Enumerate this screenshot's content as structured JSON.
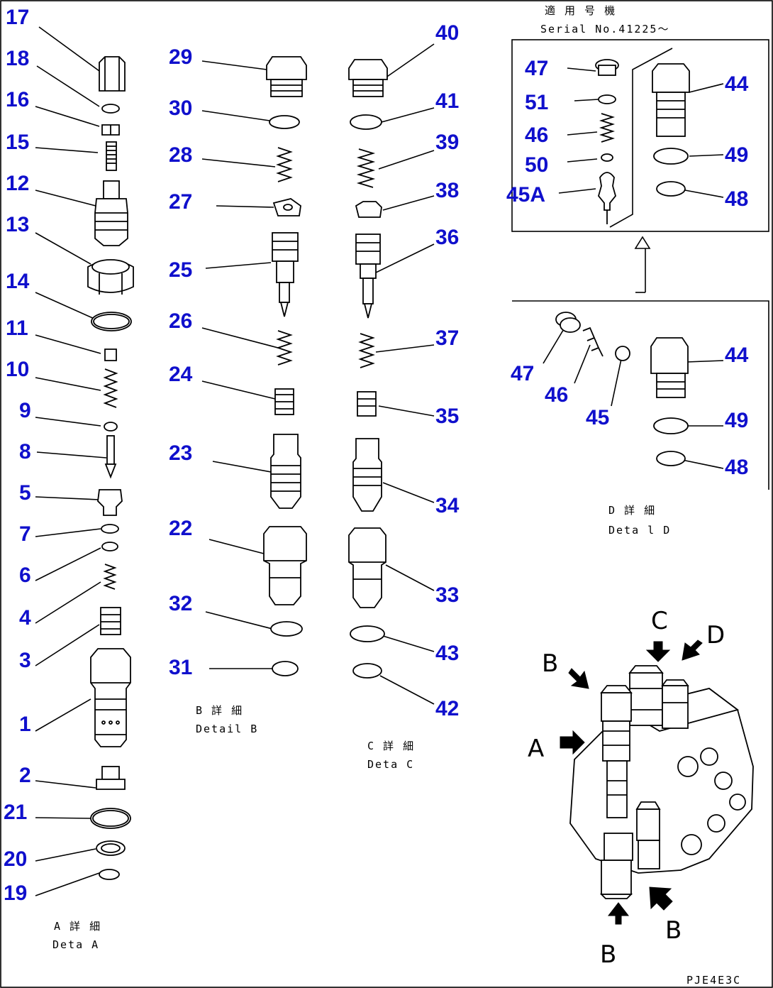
{
  "numbers": {
    "n17": "17",
    "n18": "18",
    "n16": "16",
    "n15": "15",
    "n12": "12",
    "n13": "13",
    "n14": "14",
    "n11": "11",
    "n10": "10",
    "n9": "9",
    "n8": "8",
    "n5": "5",
    "n7": "7",
    "n6": "6",
    "n4": "4",
    "n3": "3",
    "n1": "1",
    "n2": "2",
    "n21": "21",
    "n20": "20",
    "n19": "19",
    "n29": "29",
    "n30": "30",
    "n28": "28",
    "n27": "27",
    "n25": "25",
    "n26": "26",
    "n24": "24",
    "n23": "23",
    "n22": "22",
    "n32": "32",
    "n31": "31",
    "n40": "40",
    "n41": "41",
    "n39": "39",
    "n38": "38",
    "n36": "36",
    "n37": "37",
    "n35": "35",
    "n34": "34",
    "n33": "33",
    "n43": "43",
    "n42": "42",
    "n47a": "47",
    "n51": "51",
    "n46a": "46",
    "n50": "50",
    "n45A": "45A",
    "n44a": "44",
    "n49a": "49",
    "n48a": "48",
    "n47b": "47",
    "n46b": "46",
    "n45": "45",
    "n44b": "44",
    "n49b": "49",
    "n48b": "48"
  },
  "captions": {
    "detail_a_jp": "A  詳  細",
    "detail_a_en": "Deta    A",
    "detail_b_jp": "B  詳  細",
    "detail_b_en": "Detail B",
    "detail_c_jp": "C  詳  細",
    "detail_c_en": "Deta    C",
    "detail_d_jp": "D  詳  細",
    "detail_d_en": "Deta l D",
    "serial_jp": "適 用 号 機",
    "serial_en": "Serial No.41225～",
    "drawing_code": "PJE4E3C"
  },
  "view_labels": {
    "c": "C",
    "d": "D",
    "b1": "B",
    "a": "A",
    "b2": "B",
    "b3": "B"
  }
}
